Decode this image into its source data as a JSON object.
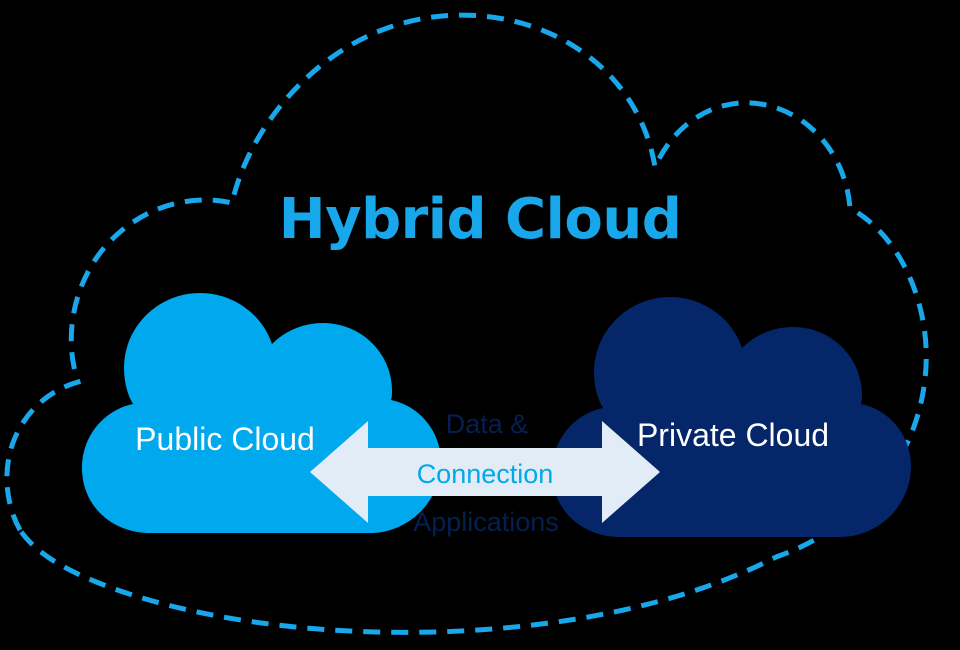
{
  "diagram": {
    "title": "Hybrid Cloud",
    "background_color": "#000000",
    "outer_cloud": {
      "name": "hybrid-cloud-boundary",
      "stroke_color": "#18A7EA",
      "style": "dashed",
      "fill": "none"
    },
    "nodes": [
      {
        "id": "public-cloud",
        "label": "Public Cloud",
        "fill_color": "#00A8EE",
        "label_color": "#FFFFFF"
      },
      {
        "id": "private-cloud",
        "label": "Private Cloud",
        "fill_color": "#052668",
        "label_color": "#FFFFFF"
      }
    ],
    "connector": {
      "id": "connection-arrow",
      "type": "double-headed-arrow",
      "fill_color": "#E2ECF6",
      "label": "Connection",
      "label_color": "#00A9E8",
      "label_above": "Data &",
      "label_below": "Applications",
      "side_label_color": "#041F52"
    },
    "title_color": "#18A7EA"
  }
}
